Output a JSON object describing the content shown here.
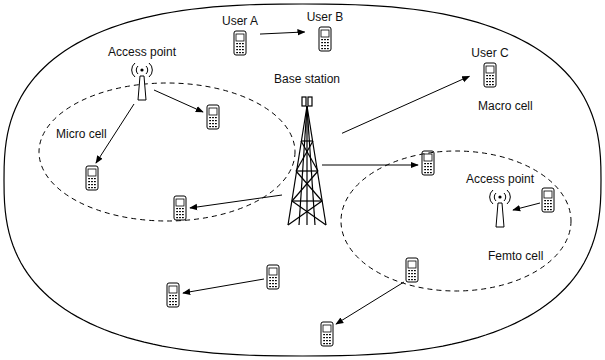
{
  "diagram": {
    "nodes": [
      {
        "text": [
          "Macro cell"
        ]
      },
      {
        "text": [
          "User A"
        ],
        "in": 0
      },
      {
        "text": [
          "User B"
        ],
        "in": 0
      },
      {
        "text": [
          "User C"
        ],
        "in": 0
      },
      {
        "text": [
          "Micro cell"
        ],
        "in": 0
      },
      {
        "text": [
          "Access point"
        ],
        "in": 4
      },
      {
        "text": [
          "Base station"
        ],
        "in": 0
      },
      {
        "text": [
          "Femto cell"
        ],
        "in": 0
      },
      {
        "text": [
          "Access point"
        ],
        "in": 7
      }
    ],
    "edges": [
      {
        "from": 1,
        "to": 2,
        "arrow": "to"
      },
      {
        "from": 6,
        "to": 3,
        "arrow": "to"
      }
    ]
  }
}
